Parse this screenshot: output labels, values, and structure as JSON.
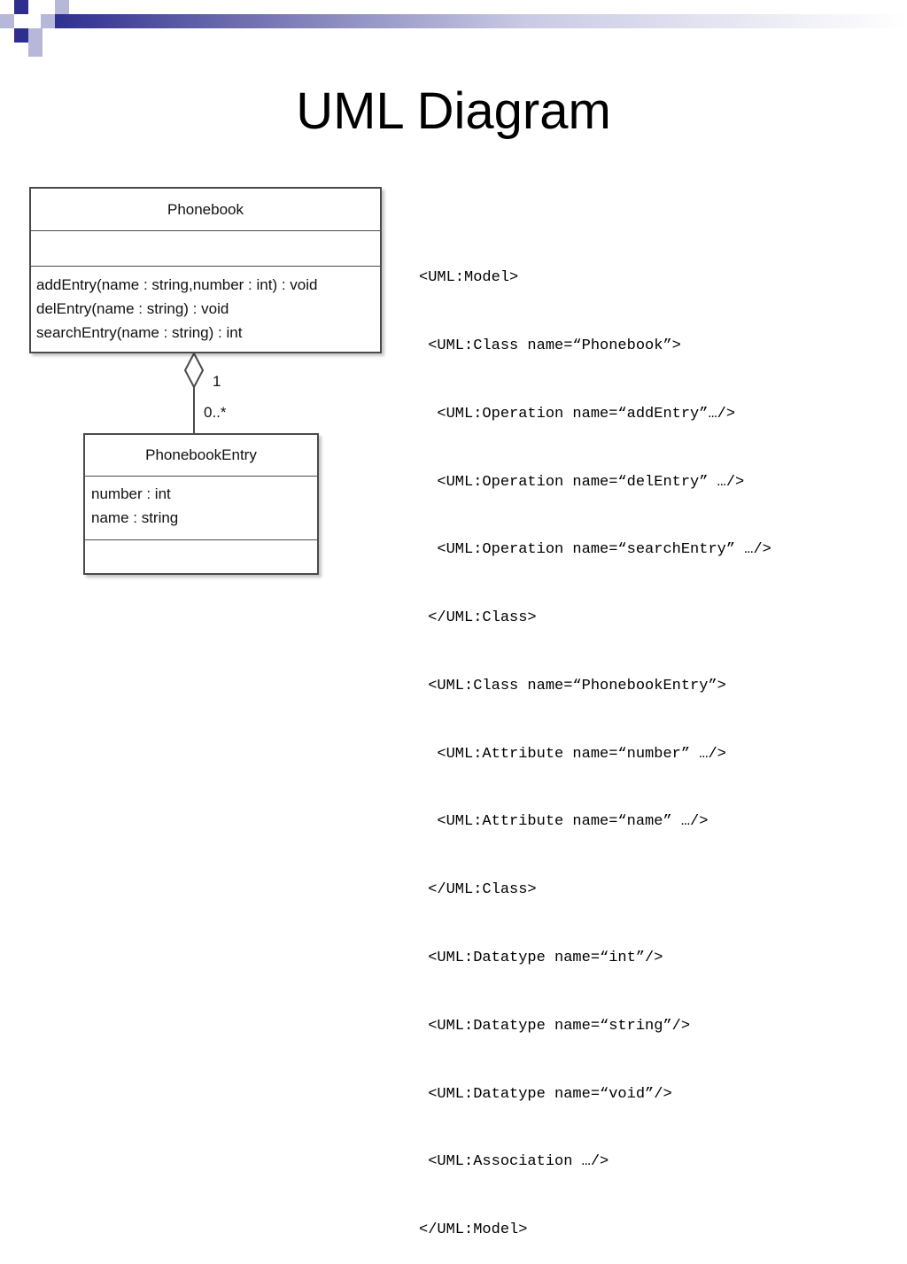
{
  "title": "UML Diagram",
  "colors": {
    "decor_dark": "#2e2e8f",
    "decor_light": "#b7b7d9",
    "box_border": "#4a4a4a"
  },
  "diagram": {
    "phonebook": {
      "name": "Phonebook",
      "operations": [
        "addEntry(name : string,number : int) : void",
        "delEntry(name : string) : void",
        "searchEntry(name : string) : int"
      ]
    },
    "phonebook_entry": {
      "name": "PhonebookEntry",
      "attributes": [
        "number : int",
        "name : string"
      ]
    },
    "association": {
      "type": "aggregation",
      "multiplicity_source": "1",
      "multiplicity_target": "0..*"
    }
  },
  "xml_lines": [
    "<UML:Model>",
    " <UML:Class name=“Phonebook”>",
    "  <UML:Operation name=“addEntry”…/>",
    "  <UML:Operation name=“delEntry” …/>",
    "  <UML:Operation name=“searchEntry” …/>",
    " </UML:Class>",
    " <UML:Class name=“PhonebookEntry”>",
    "  <UML:Attribute name=“number” …/>",
    "  <UML:Attribute name=“name” …/>",
    " </UML:Class>",
    " <UML:Datatype name=“int”/>",
    " <UML:Datatype name=“string”/>",
    " <UML:Datatype name=“void”/>",
    " <UML:Association …/>",
    "</UML:Model>"
  ]
}
